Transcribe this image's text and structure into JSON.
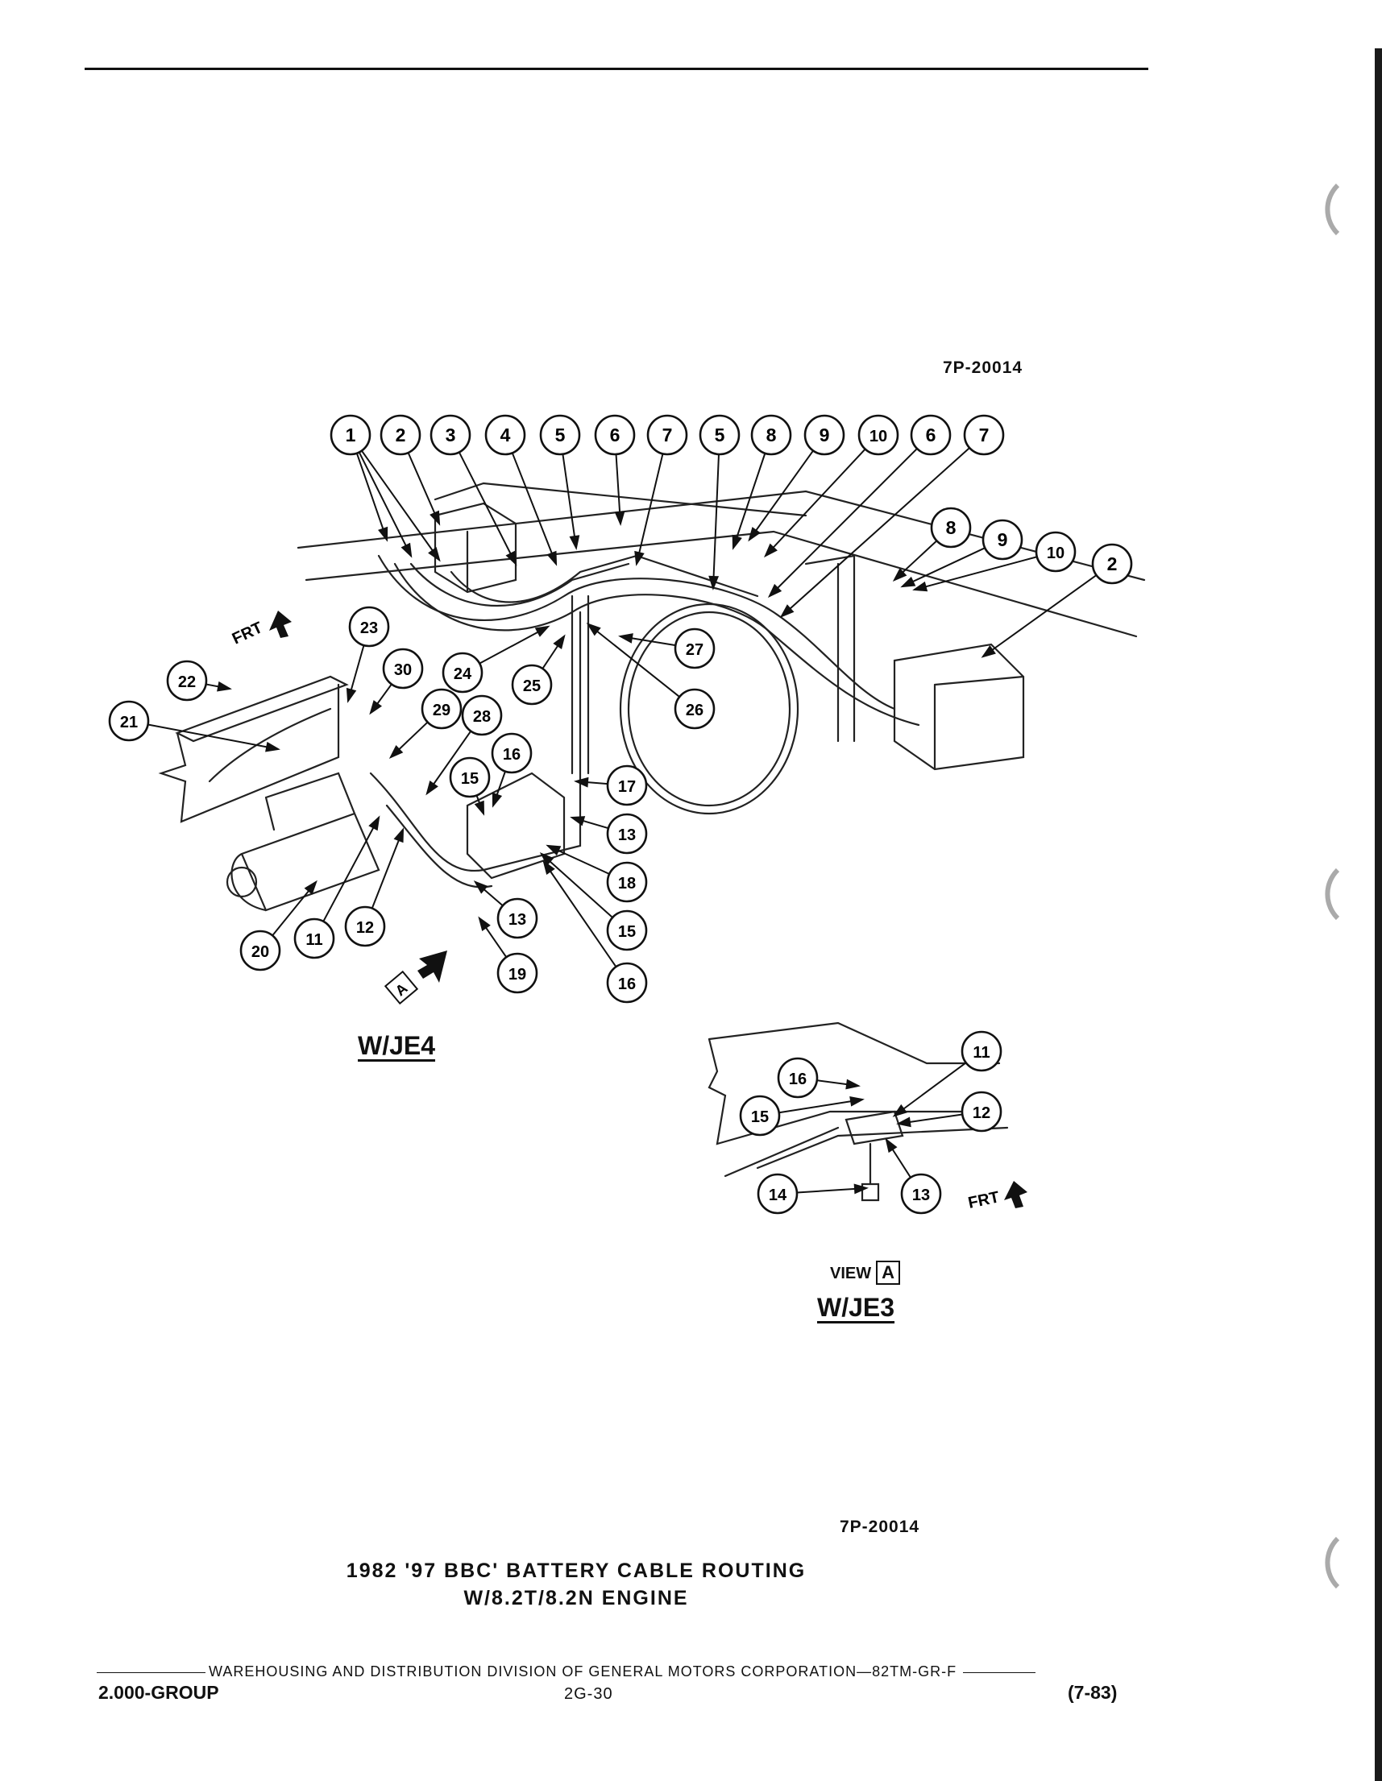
{
  "figure": {
    "ref_top": "7P-20014",
    "ref_bottom": "7P-20014",
    "label_main": "W/JE4",
    "label_view_word": "VIEW",
    "label_view_letter": "A",
    "label_inset": "W/JE3",
    "frt_label": "FRT",
    "view_marker": "A",
    "callouts_top_row": [
      "1",
      "2",
      "3",
      "4",
      "5",
      "6",
      "7",
      "5",
      "8",
      "9",
      "10",
      "6",
      "7"
    ],
    "callouts_right": [
      "8",
      "9",
      "10",
      "2"
    ],
    "callouts_left": [
      "22",
      "21",
      "23",
      "30",
      "29",
      "28",
      "24",
      "25",
      "26",
      "27",
      "16",
      "15",
      "17",
      "13",
      "18",
      "15",
      "16",
      "13",
      "19",
      "20",
      "11",
      "12"
    ],
    "callouts_inset": [
      "16",
      "15",
      "11",
      "12",
      "14",
      "13"
    ]
  },
  "caption": {
    "line1": "1982 '97 BBC' BATTERY CABLE ROUTING",
    "line2": "W/8.2T/8.2N ENGINE"
  },
  "footer": {
    "division": "WAREHOUSING AND DISTRIBUTION DIVISION OF GENERAL MOTORS CORPORATION—82TM-GR-F",
    "section": "2.000-GROUP",
    "page": "2G-30",
    "date": "(7-83)"
  }
}
